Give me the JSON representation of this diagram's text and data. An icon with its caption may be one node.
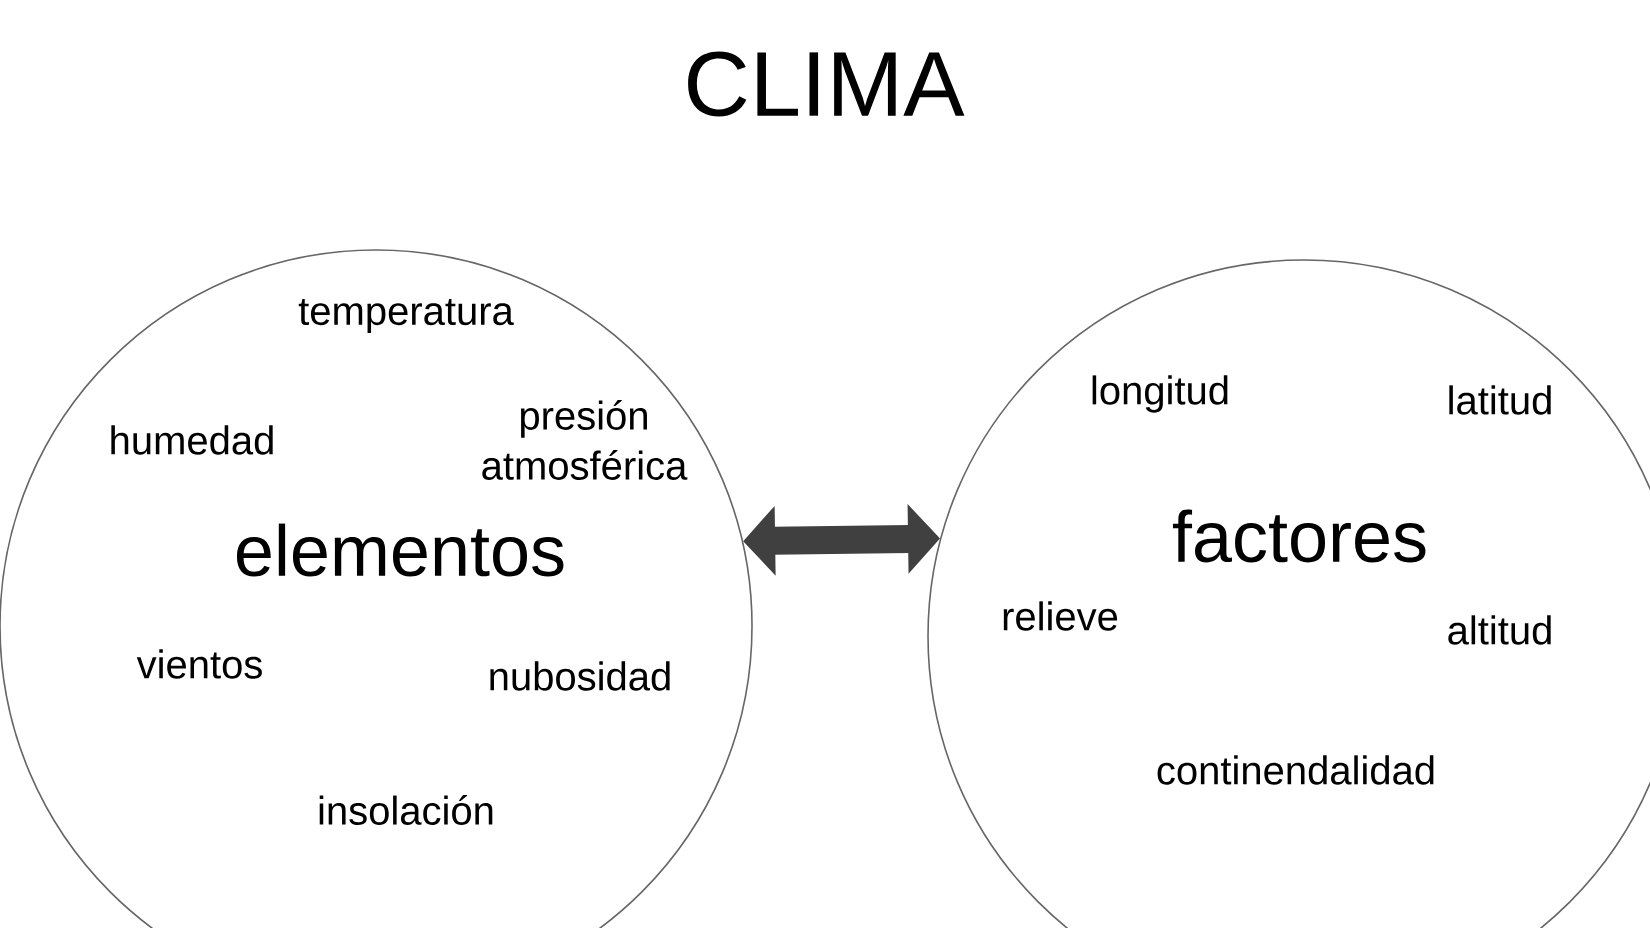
{
  "diagram": {
    "title": "CLIMA",
    "nodes": [
      {
        "text": [
          "temperatura",
          "humedad",
          "presión atmosférica",
          "elementos",
          "vientos",
          "nubosidad",
          "insolación"
        ]
      },
      {
        "text": [
          "longitud",
          "latitud",
          "factores",
          "relieve",
          "altitud",
          "continendalidad"
        ]
      }
    ],
    "edges": [
      {
        "from": 0,
        "to": 1,
        "arrow": "both"
      }
    ]
  }
}
